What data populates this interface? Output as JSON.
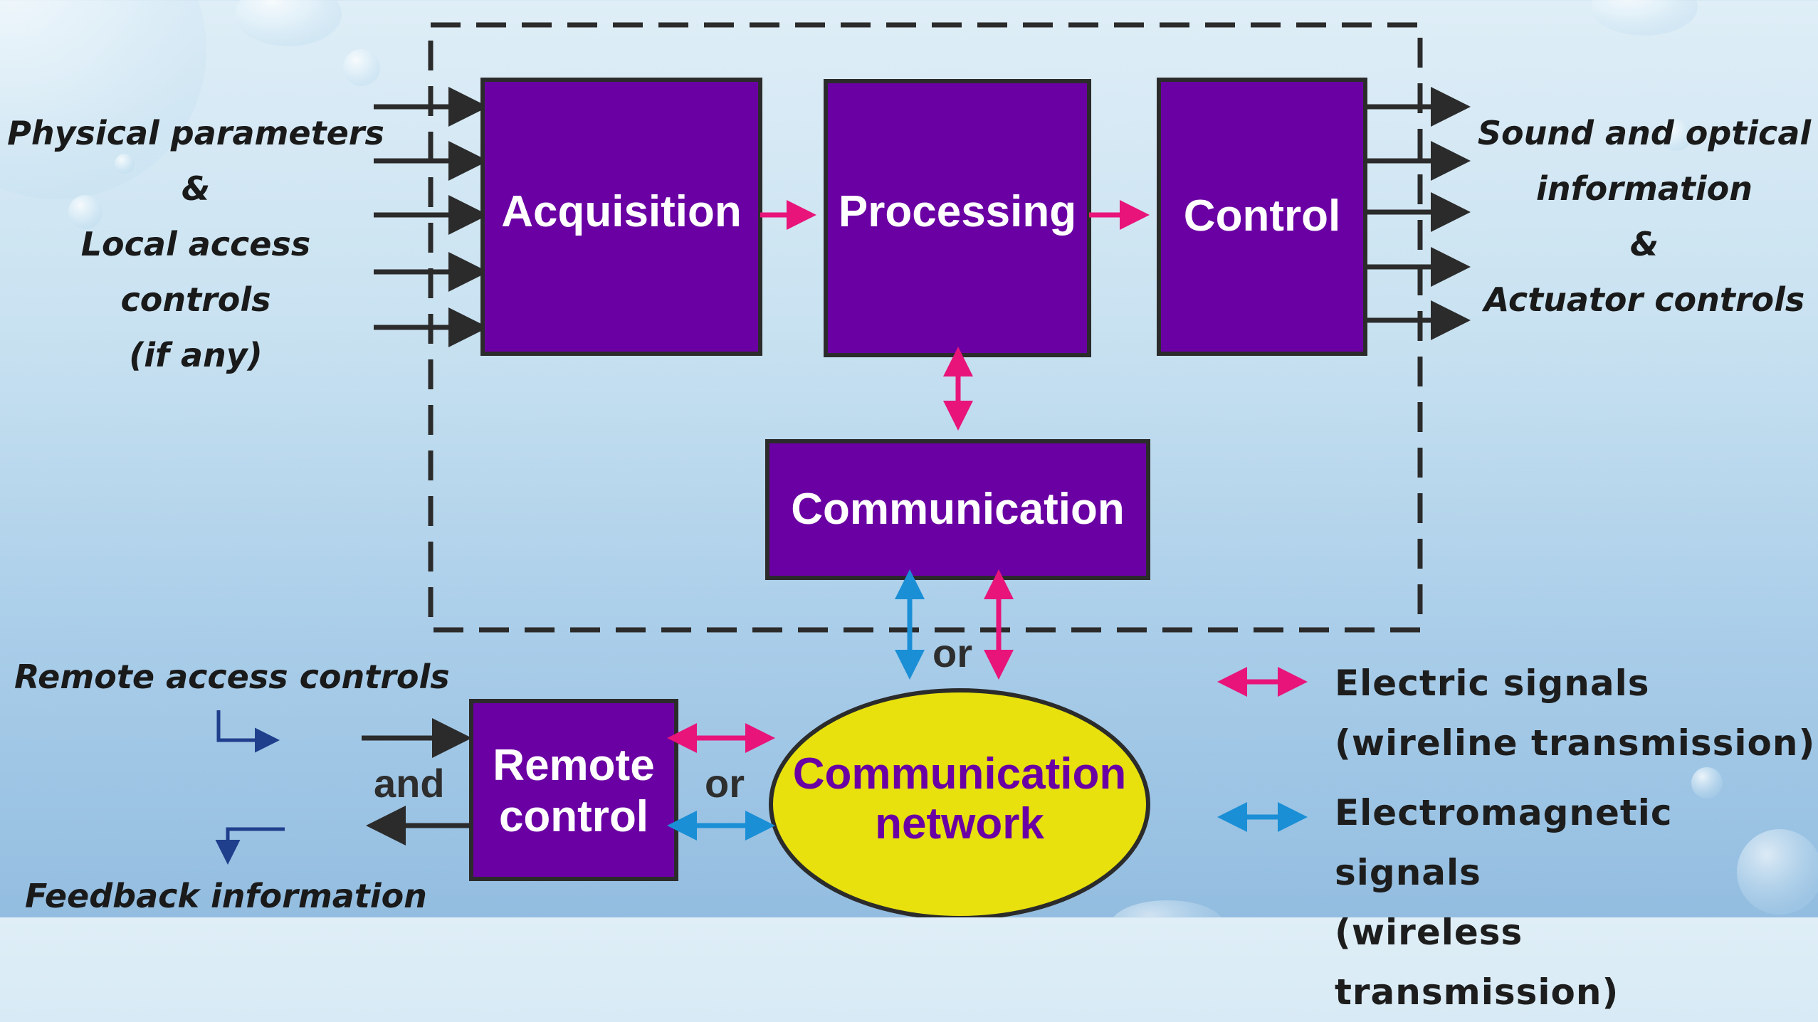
{
  "blocks": {
    "acquisition": "Acquisition",
    "processing": "Processing",
    "control": "Control",
    "communication": "Communication",
    "remote_control_line1": "Remote",
    "remote_control_line2": "control",
    "network_line1": "Communication",
    "network_line2": "network"
  },
  "inputs": {
    "line1": "Physical parameters",
    "line2": "&",
    "line3": "Local access controls",
    "line4": "(if any)"
  },
  "outputs": {
    "line1": "Sound and optical",
    "line2": "information",
    "line3": "&",
    "line4": "Actuator controls"
  },
  "remote": {
    "remote_access": "Remote access controls",
    "feedback": "Feedback information",
    "and": "and"
  },
  "connectors": {
    "or_top": "or",
    "or_bottom": "or"
  },
  "legend": {
    "electric_line1": "Electric signals",
    "electric_line2": "(wireline transmission)",
    "electromagnetic_line1": "Electromagnetic signals",
    "electromagnetic_line2": "(wireless transmission)"
  },
  "colors": {
    "block_fill": "#6a00a3",
    "network_fill": "#e8e10d",
    "electric_arrow": "#e8147a",
    "electromagnetic_arrow": "#1a8fd6",
    "signal_arrow": "#2b2b2b"
  }
}
